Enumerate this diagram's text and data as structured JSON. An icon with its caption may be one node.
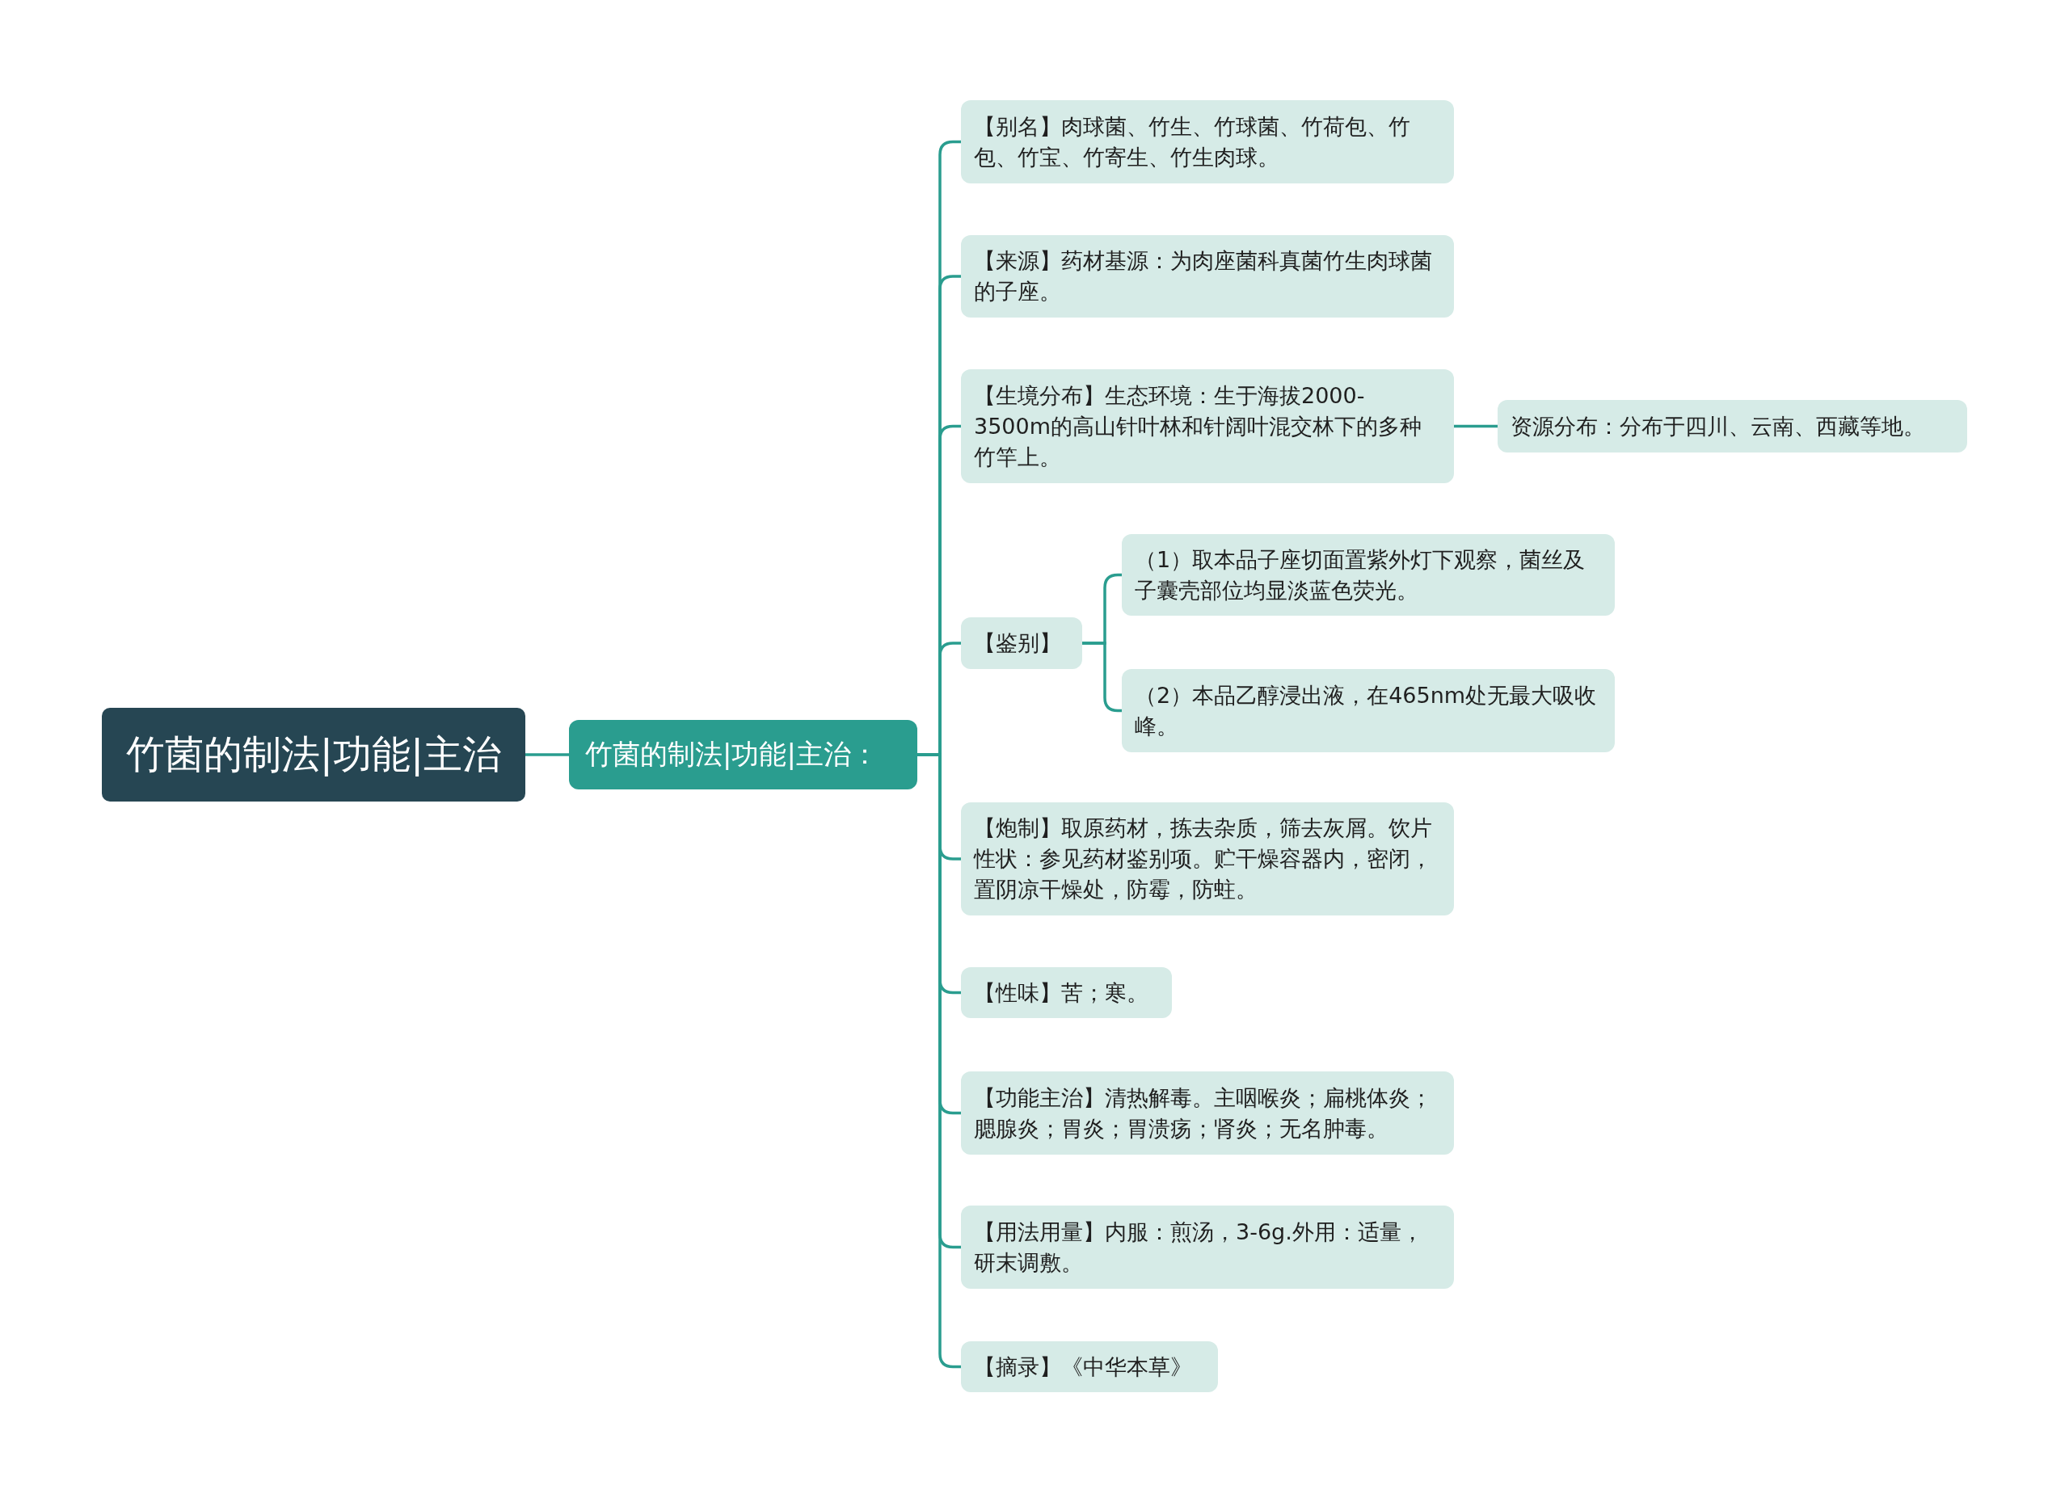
{
  "diagram": {
    "nodes": [
      {
        "text": [
          "竹菌的制法|功能|主治"
        ]
      },
      {
        "text": [
          "竹菌的制法|功能|主治："
        ]
      },
      {
        "text": [
          "【别名】肉球菌、竹生、竹球菌、竹荷包、竹包、竹宝、竹寄生、竹生肉球。"
        ]
      },
      {
        "text": [
          "【来源】药材基源：为肉座菌科真菌竹生肉球菌的子座。"
        ]
      },
      {
        "text": [
          "【生境分布】生态环境：生于海拔2000-3500m的高山针叶林和针阔叶混交林下的多种竹竿上。"
        ]
      },
      {
        "text": [
          "资源分布：分布于四川、云南、西藏等地。"
        ]
      },
      {
        "text": [
          "【鉴别】"
        ]
      },
      {
        "text": [
          "（1）取本品子座切面置紫外灯下观察，菌丝及子囊壳部位均显淡蓝色荧光。"
        ]
      },
      {
        "text": [
          "（2）本品乙醇浸出液，在465nm处无最大吸收峰。"
        ]
      },
      {
        "text": [
          "【炮制】取原药材，拣去杂质，筛去灰屑。饮片性状：参见药材鉴别项。贮干燥容器内，密闭，置阴凉干燥处，防霉，防蛀。"
        ]
      },
      {
        "text": [
          "【性味】苦；寒。"
        ]
      },
      {
        "text": [
          "【功能主治】清热解毒。主咽喉炎；扁桃体炎；腮腺炎；胃炎；胃溃疡；肾炎；无名肿毒。"
        ]
      },
      {
        "text": [
          "【用法用量】内服：煎汤，3-6g.外用：适量，研末调敷。"
        ]
      },
      {
        "text": [
          "【摘录】《中华本草》"
        ]
      }
    ],
    "edges": [
      {
        "from": 0,
        "to": 1,
        "arrow": "none"
      },
      {
        "from": 1,
        "to": 2,
        "arrow": "none"
      },
      {
        "from": 1,
        "to": 3,
        "arrow": "none"
      },
      {
        "from": 1,
        "to": 4,
        "arrow": "none"
      },
      {
        "from": 4,
        "to": 5,
        "arrow": "none"
      },
      {
        "from": 1,
        "to": 6,
        "arrow": "none"
      },
      {
        "from": 6,
        "to": 7,
        "arrow": "none"
      },
      {
        "from": 6,
        "to": 8,
        "arrow": "none"
      },
      {
        "from": 1,
        "to": 9,
        "arrow": "none"
      },
      {
        "from": 1,
        "to": 10,
        "arrow": "none"
      },
      {
        "from": 1,
        "to": 11,
        "arrow": "none"
      },
      {
        "from": 1,
        "to": 12,
        "arrow": "none"
      },
      {
        "from": 1,
        "to": 13,
        "arrow": "none"
      }
    ]
  }
}
